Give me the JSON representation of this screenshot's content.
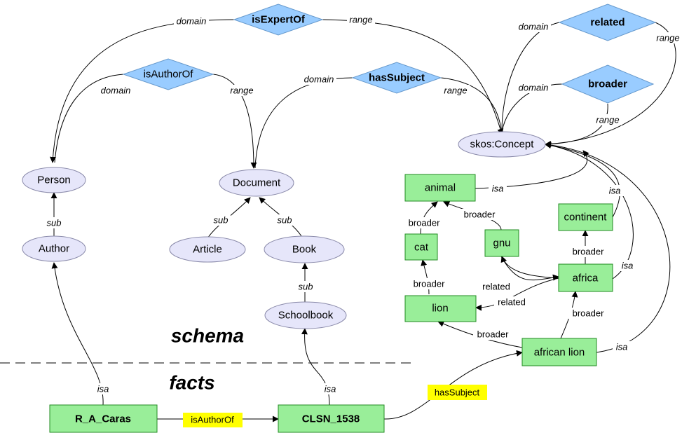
{
  "sections": {
    "schema": "schema",
    "facts": "facts"
  },
  "nodes": {
    "isExpertOf": "isExpertOf",
    "isAuthorOf_prop": "isAuthorOf",
    "hasSubject_prop": "hasSubject",
    "related_prop": "related",
    "broader_prop": "broader",
    "skos_concept": "skos:Concept",
    "person": "Person",
    "author": "Author",
    "document": "Document",
    "article": "Article",
    "book": "Book",
    "schoolbook": "Schoolbook",
    "animal": "animal",
    "cat": "cat",
    "gnu": "gnu",
    "continent": "continent",
    "africa": "africa",
    "lion": "lion",
    "african_lion": "african lion",
    "r_a_caras": "R_A_Caras",
    "clsn_1538": "CLSN_1538"
  },
  "edge_labels": {
    "domain": "domain",
    "range": "range",
    "sub": "sub",
    "isa": "isa",
    "broader": "broader",
    "related": "related",
    "isAuthorOf_fact": "isAuthorOf",
    "hasSubject_fact": "hasSubject"
  },
  "colors": {
    "class_fill": "#e6e6fa",
    "property_fill": "#99ccff",
    "instance_fill": "#99ee99",
    "highlight": "#ffff00"
  }
}
